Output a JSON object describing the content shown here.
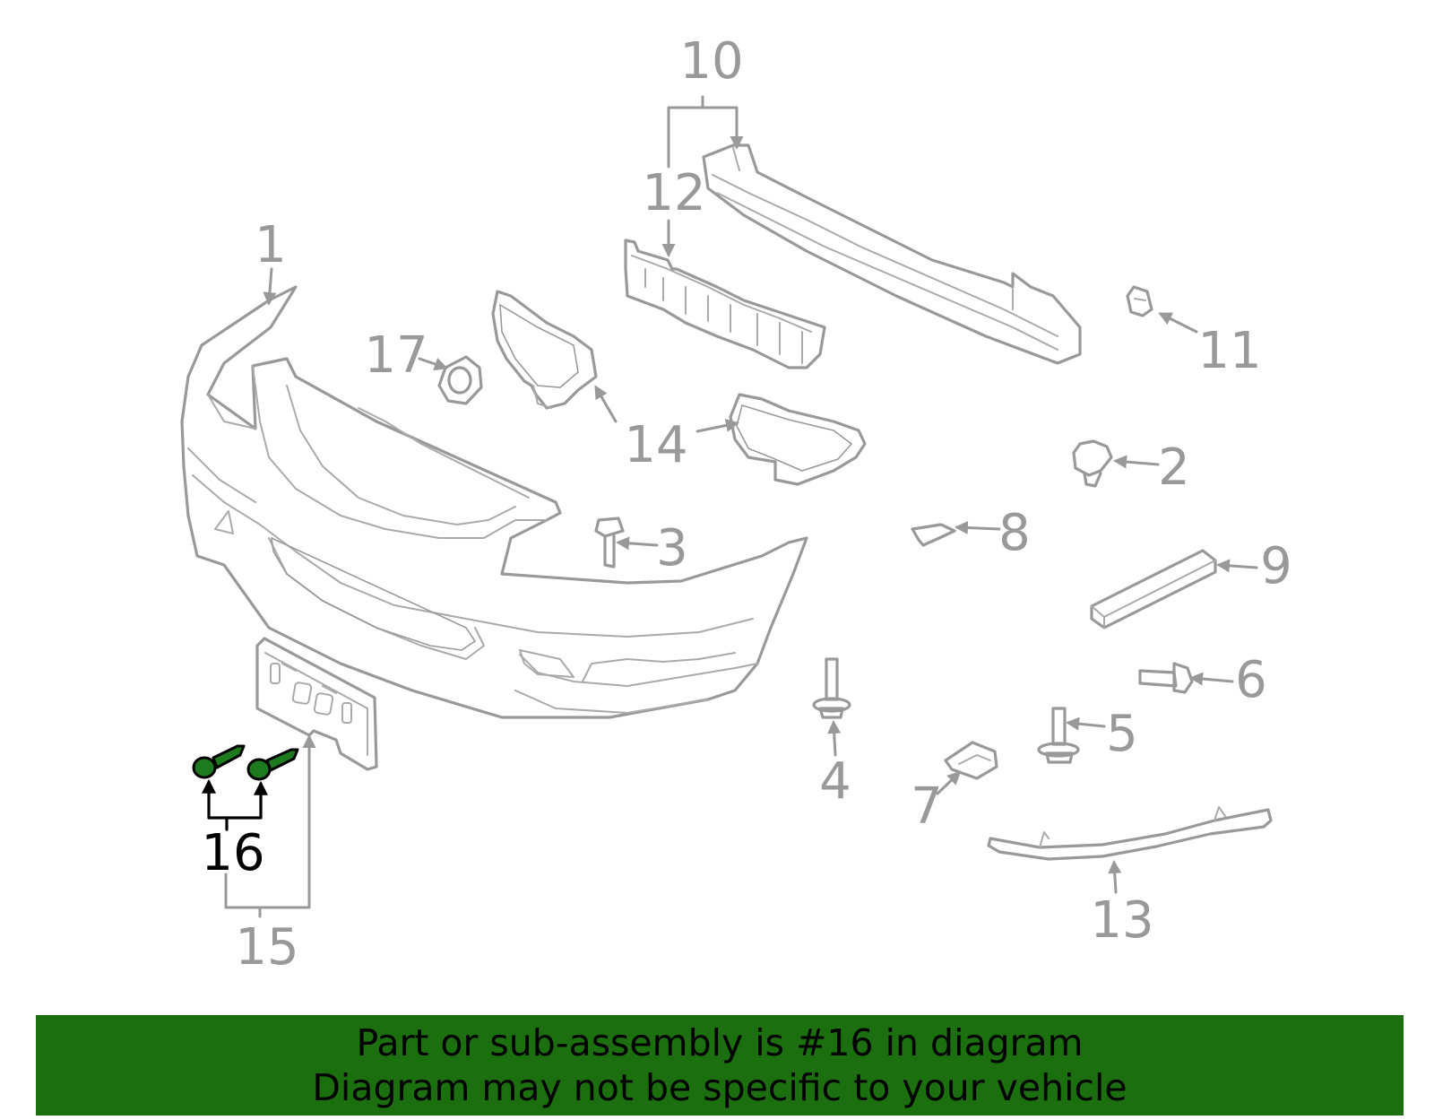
{
  "diagram": {
    "callouts": {
      "c1": "1",
      "c2": "2",
      "c3": "3",
      "c4": "4",
      "c5": "5",
      "c6": "6",
      "c7": "7",
      "c8": "8",
      "c9": "9",
      "c10": "10",
      "c11": "11",
      "c12": "12",
      "c13": "13",
      "c14": "14",
      "c15": "15",
      "c16": "16",
      "c17": "17"
    },
    "highlighted_part": "16",
    "colors": {
      "line_art": "#999999",
      "highlight_part": "#1e7a1e",
      "highlight_label": "#000000",
      "banner_background": "#1b6f0e",
      "banner_text": "#000000"
    }
  },
  "banner": {
    "line1": "Part or sub-assembly is #16 in diagram",
    "line2": "Diagram may not be specific to your vehicle"
  }
}
